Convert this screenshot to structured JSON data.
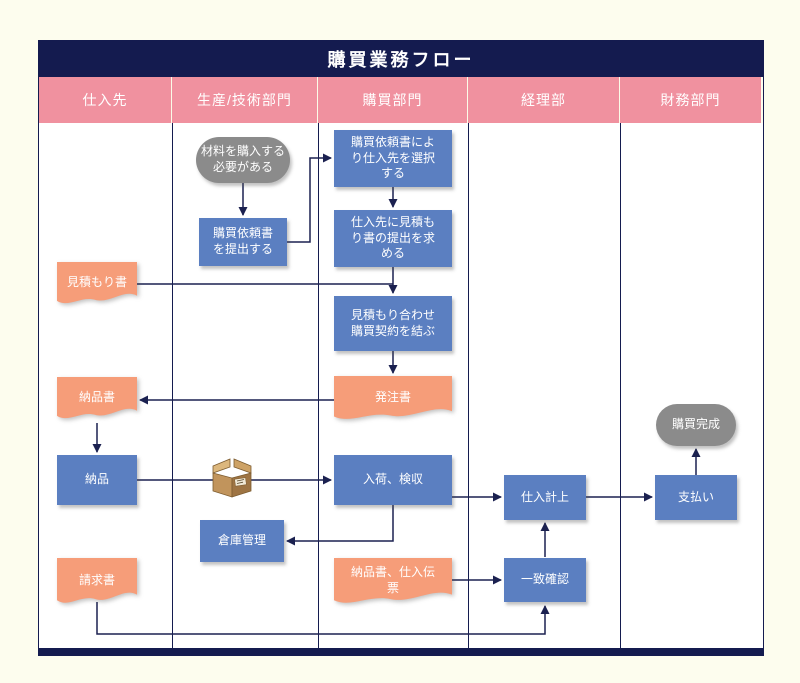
{
  "title": "購買業務フロー",
  "lanes": [
    {
      "label": "仕入先"
    },
    {
      "label": "生産/技術部門"
    },
    {
      "label": "購買部門"
    },
    {
      "label": "経理部"
    },
    {
      "label": "財務部門"
    }
  ],
  "nodes": {
    "need_purchase": {
      "type": "terminator",
      "label": "材料を購入する\n必要がある"
    },
    "submit_request": {
      "type": "process",
      "label": "購買依頼書\nを提出する"
    },
    "select_supplier": {
      "type": "process",
      "label": "購買依頼書によ\nり仕入先を選択\nする"
    },
    "request_quote": {
      "type": "process",
      "label": "仕入先に見積も\nり書の提出を求\nめる"
    },
    "quotation_doc": {
      "type": "document",
      "label": "見積もり書"
    },
    "make_contract": {
      "type": "process",
      "label": "見積もり合わせ\n購買契約を結ぶ"
    },
    "purchase_order_doc": {
      "type": "document",
      "label": "発注書"
    },
    "delivery_note_doc": {
      "type": "document",
      "label": "納品書"
    },
    "delivery": {
      "type": "process",
      "label": "納品"
    },
    "package_box": {
      "type": "icon",
      "label": "cardboard-box-icon"
    },
    "receiving": {
      "type": "process",
      "label": "入荷、検収"
    },
    "warehouse": {
      "type": "process",
      "label": "倉庫管理"
    },
    "record_purchase": {
      "type": "process",
      "label": "仕入計上"
    },
    "payment": {
      "type": "process",
      "label": "支払い"
    },
    "purchase_complete": {
      "type": "terminator",
      "label": "購買完成"
    },
    "slips_doc": {
      "type": "document",
      "label": "納品書、仕入伝\n票"
    },
    "match_check": {
      "type": "process",
      "label": "一致確認"
    },
    "invoice_doc": {
      "type": "document",
      "label": "請求書"
    }
  },
  "colors": {
    "title_bar": "#141b4f",
    "lane_header": "#f0919f",
    "process": "#5b7fc1",
    "document": "#f69d79",
    "terminator": "#8b8b8b",
    "connector": "#1b2150",
    "page_background": "#fdfdee"
  }
}
